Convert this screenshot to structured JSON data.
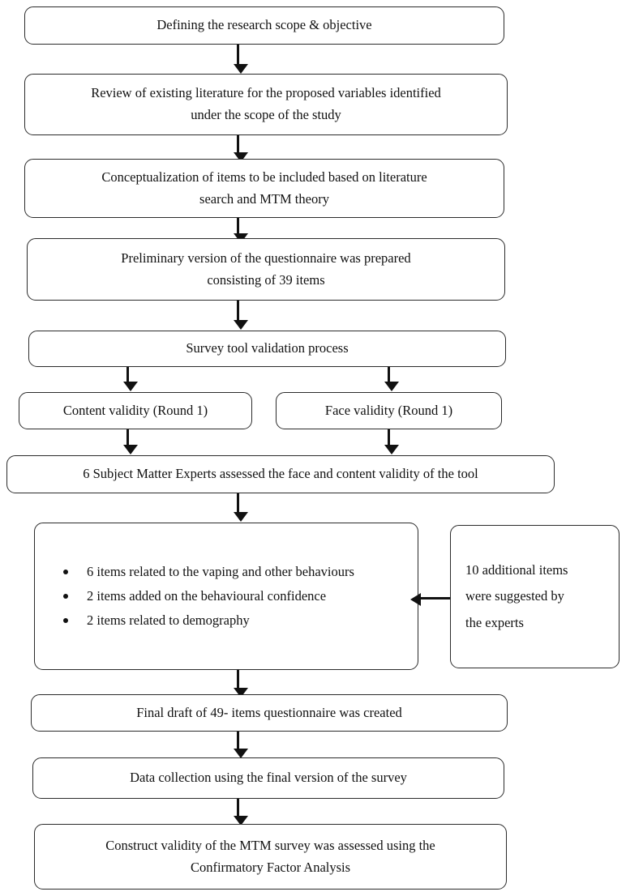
{
  "diagram": {
    "type": "flowchart",
    "title": "Survey tool development and validation flowchart",
    "orientation": "top-to-bottom",
    "line_color": "#2b2b2b",
    "arrow_color": "#111111",
    "background": "#ffffff",
    "nodes": [
      {
        "id": "scope",
        "label": "Defining the research scope & objective"
      },
      {
        "id": "literature",
        "label": "Review of existing literature for the proposed variables identified\nunder the scope of the study"
      },
      {
        "id": "conceptualization",
        "label": "Conceptualization of items to be included based on literature\nsearch and MTM theory"
      },
      {
        "id": "preliminary",
        "label": "Preliminary version of the questionnaire was prepared\nconsisting of 39 items"
      },
      {
        "id": "validation",
        "label": "Survey tool validation process"
      },
      {
        "id": "content-validity",
        "label": "Content validity (Round 1)"
      },
      {
        "id": "face-validity",
        "label": "Face validity (Round 1)"
      },
      {
        "id": "experts",
        "label": "6 Subject Matter Experts assessed the face and content validity of the tool"
      },
      {
        "id": "added-items",
        "bullets": [
          "6 items related to the vaping and other behaviours",
          "2 items added on the behavioural confidence",
          "2 items related to demography"
        ]
      },
      {
        "id": "expert-suggestions",
        "label": "10 additional items\nwere suggested by\nthe experts"
      },
      {
        "id": "final-draft",
        "label": "Final draft of 49- items questionnaire was created"
      },
      {
        "id": "data-collection",
        "label": "Data collection using the final version of the survey"
      },
      {
        "id": "construct-validity",
        "label": "Construct validity of the MTM survey was assessed using the\nConfirmatory Factor Analysis"
      }
    ],
    "edges": [
      {
        "from": "scope",
        "to": "literature",
        "direction": "down"
      },
      {
        "from": "literature",
        "to": "conceptualization",
        "direction": "down"
      },
      {
        "from": "conceptualization",
        "to": "preliminary",
        "direction": "down"
      },
      {
        "from": "preliminary",
        "to": "validation",
        "direction": "down"
      },
      {
        "from": "validation",
        "to": "content-validity",
        "direction": "down"
      },
      {
        "from": "validation",
        "to": "face-validity",
        "direction": "down"
      },
      {
        "from": "content-validity",
        "to": "experts",
        "direction": "down"
      },
      {
        "from": "face-validity",
        "to": "experts",
        "direction": "down"
      },
      {
        "from": "experts",
        "to": "added-items",
        "direction": "down"
      },
      {
        "from": "expert-suggestions",
        "to": "added-items",
        "direction": "left"
      },
      {
        "from": "added-items",
        "to": "final-draft",
        "direction": "down"
      },
      {
        "from": "final-draft",
        "to": "data-collection",
        "direction": "down"
      },
      {
        "from": "data-collection",
        "to": "construct-validity",
        "direction": "down"
      }
    ]
  }
}
